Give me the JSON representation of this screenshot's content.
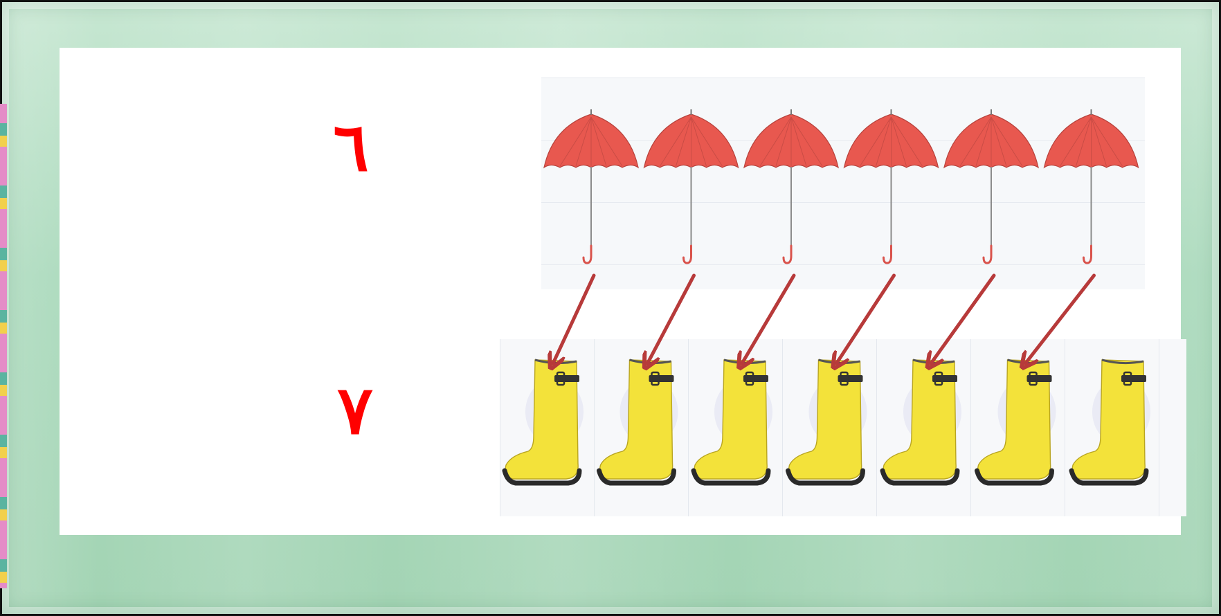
{
  "numerals": {
    "top": "٦",
    "bottom": "٧"
  },
  "counts": {
    "umbrellas": 6,
    "boots": 7,
    "arrows": 6
  },
  "colors": {
    "numeral": "#ff0000",
    "umbrella": "#e8584f",
    "boot": "#f3e23a",
    "arrow": "#b73a3a",
    "frame": "#a9d9bb"
  }
}
